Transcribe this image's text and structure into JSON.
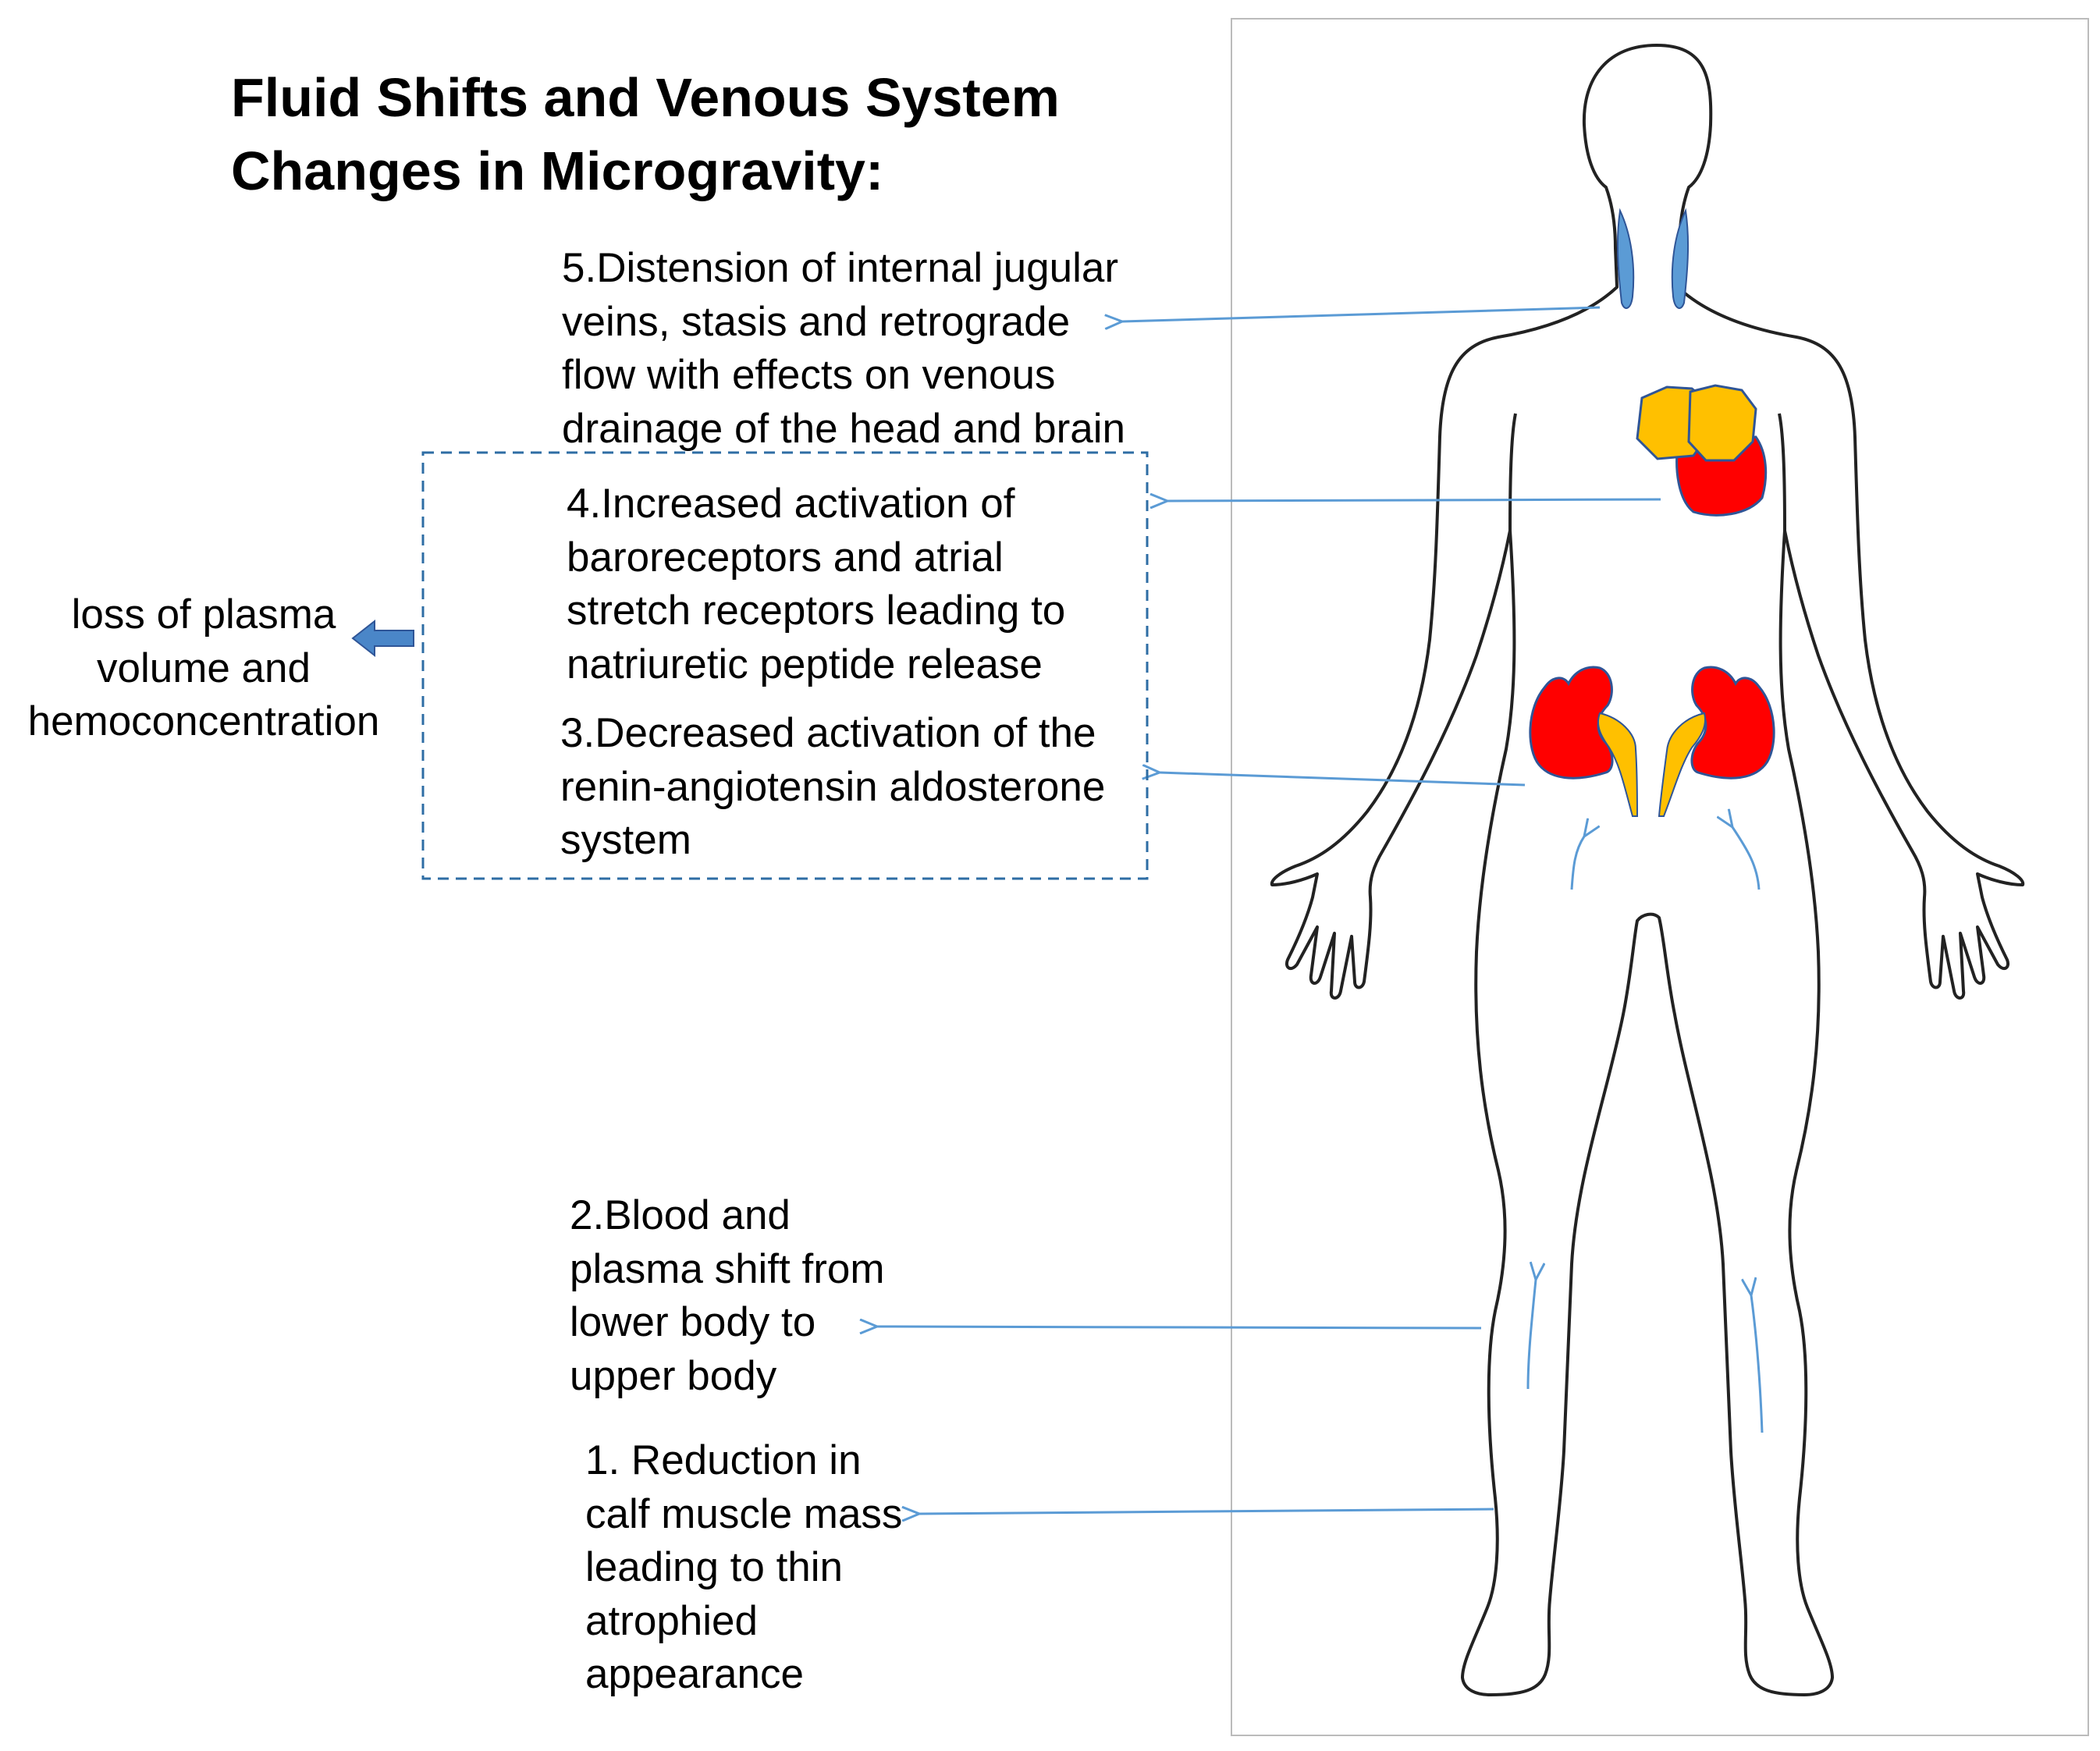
{
  "title_line1": "Fluid Shifts and Venous System",
  "title_line2": "Changes in Microgravity:",
  "labels": {
    "step5": "5.Distension of internal jugular\nveins, stasis and retrograde\nflow with effects on venous\ndrainage of the head and brain",
    "step4": "4.Increased activation of\nbaroreceptors and atrial\nstretch receptors leading to\nnatriuretic peptide release",
    "step3": "3.Decreased activation of the\nrenin-angiotensin aldosterone\nsystem",
    "loss": "loss of plasma\nvolume and\nhemoconcentration",
    "step2": "2.Blood and\nplasma shift from\nlower body to\nupper body",
    "step1": "1. Reduction in\ncalf muscle mass\nleading to thin\natrophied\nappearance"
  },
  "colors": {
    "arrow": "#5b9bd5",
    "vein": "#5b9bd5",
    "heart_atria": "#ffc000",
    "heart_ventricle": "#ff0000",
    "kidney": "#ff0000",
    "ureter": "#ffc000",
    "outline": "#2f5597",
    "body_outline": "#222222",
    "dashed_box": "#2e6da4",
    "block_arrow": "#4a86c8"
  }
}
